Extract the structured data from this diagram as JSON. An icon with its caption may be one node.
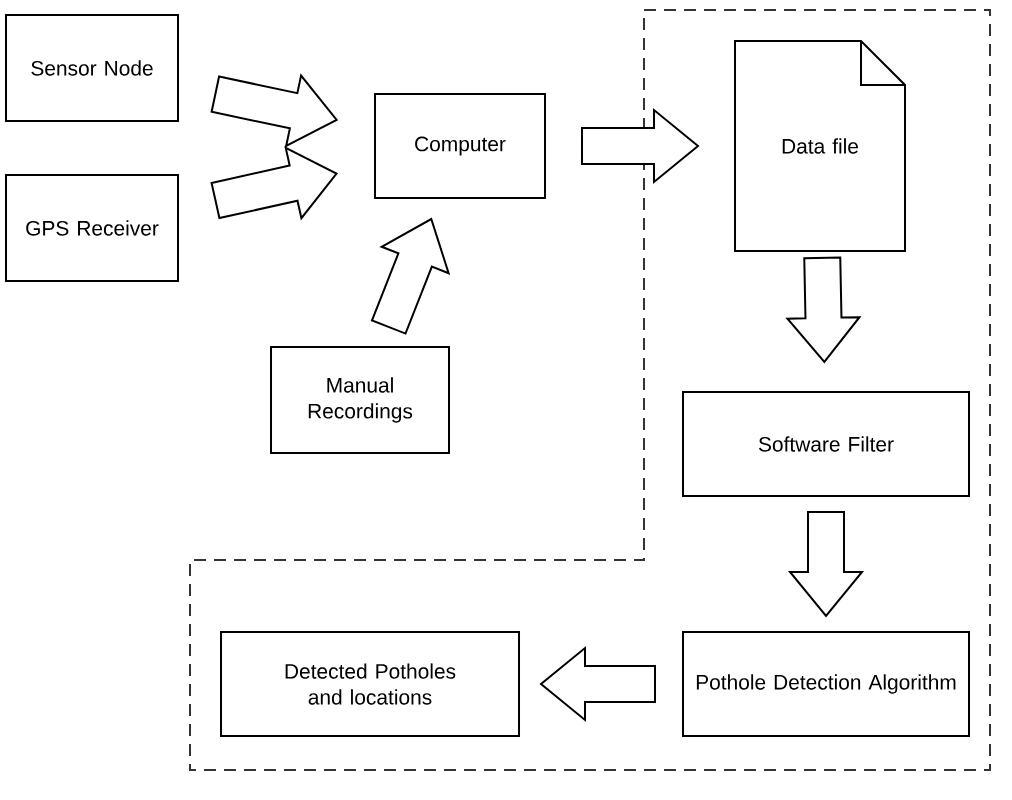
{
  "diagram": {
    "nodes": [
      {
        "text": [
          "Sensor Node"
        ]
      },
      {
        "text": [
          "GPS Receiver"
        ]
      },
      {
        "text": [
          "Computer"
        ]
      },
      {
        "text": [
          "Manual Recordings"
        ]
      },
      {
        "text": [
          "Data file"
        ]
      },
      {
        "text": [
          "Software Filter"
        ]
      },
      {
        "text": [
          "Pothole Detection Algorithm"
        ]
      },
      {
        "text": [
          "Detected Potholes and locations"
        ]
      }
    ],
    "edges": [
      {
        "from": 0,
        "to": 2,
        "arrow": "to"
      },
      {
        "from": 1,
        "to": 2,
        "arrow": "to"
      },
      {
        "from": 3,
        "to": 2,
        "arrow": "to"
      },
      {
        "from": 2,
        "to": 4,
        "arrow": "to"
      },
      {
        "from": 4,
        "to": 5,
        "arrow": "to"
      },
      {
        "from": 5,
        "to": 6,
        "arrow": "to"
      },
      {
        "from": 6,
        "to": 7,
        "arrow": "to"
      }
    ]
  }
}
